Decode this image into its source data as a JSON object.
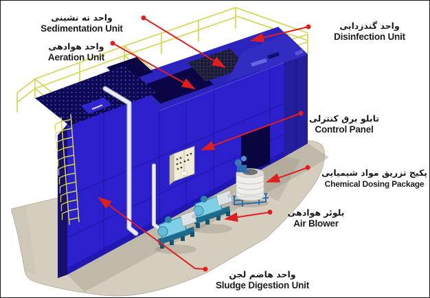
{
  "figure": {
    "description": "3D cutaway illustration of a packaged wastewater treatment plant with Persian/English callout labels",
    "background": "#ffffff",
    "border_color": "#161616"
  },
  "colors": {
    "leader_red": "#df1f1f",
    "tank_blue_front": "#2c20cc",
    "tank_blue_top": "#2b24bd",
    "tank_blue_dark": "#181066",
    "opening_dark_navy": "#0a0646",
    "railing_yellow": "#d4d44a",
    "pad_beige": "#d5cebf",
    "blower_teal": "#7fcfe6",
    "chemical_tank_white": "#efeeea",
    "control_panel_cream": "#f1ebda",
    "pipe_white": "#ececf4",
    "label_text": "#1b1b1b"
  },
  "labels": [
    {
      "id": "sedimentation",
      "fa": "واحد ته نشینی",
      "en": "Sedimentation Unit"
    },
    {
      "id": "aeration",
      "fa": "واحد هوادهی",
      "en": "Aeration Unit"
    },
    {
      "id": "disinfection",
      "fa": "واحد گندزدایی",
      "en": "Disinfection Unit"
    },
    {
      "id": "control-panel",
      "fa": "تابلو برق کنترلی",
      "en": "Control Panel"
    },
    {
      "id": "chemical-dosing",
      "fa": "پکیج تزریق مواد شیمیایی",
      "en": "Chemical Dosing Package"
    },
    {
      "id": "air-blower",
      "fa": "بلوئر هوادهی",
      "en": "Air Blower"
    },
    {
      "id": "sludge-digestion",
      "fa": "واحد هاضم لجن",
      "en": "Sludge Digestion Unit"
    }
  ]
}
